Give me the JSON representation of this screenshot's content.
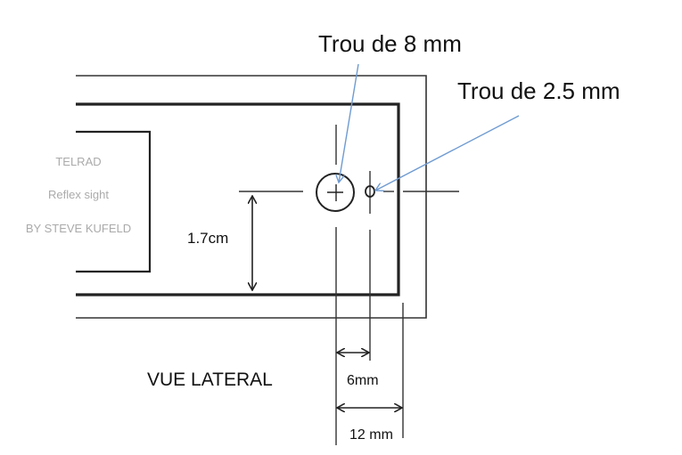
{
  "callouts": {
    "hole_8mm": "Trou de 8 mm",
    "hole_2_5mm": "Trou de 2.5 mm"
  },
  "watermark": {
    "line1": "TELRAD",
    "line2": "Reflex sight",
    "line3": "BY STEVE KUFELD"
  },
  "dimensions": {
    "height": "1.7cm",
    "spacing_small": "6mm",
    "spacing_large": "12 mm"
  },
  "view_label": "VUE LATERAL",
  "colors": {
    "line": "#222222",
    "callout_arrow": "#6f9bd1",
    "watermark": "#aaaaaa"
  }
}
